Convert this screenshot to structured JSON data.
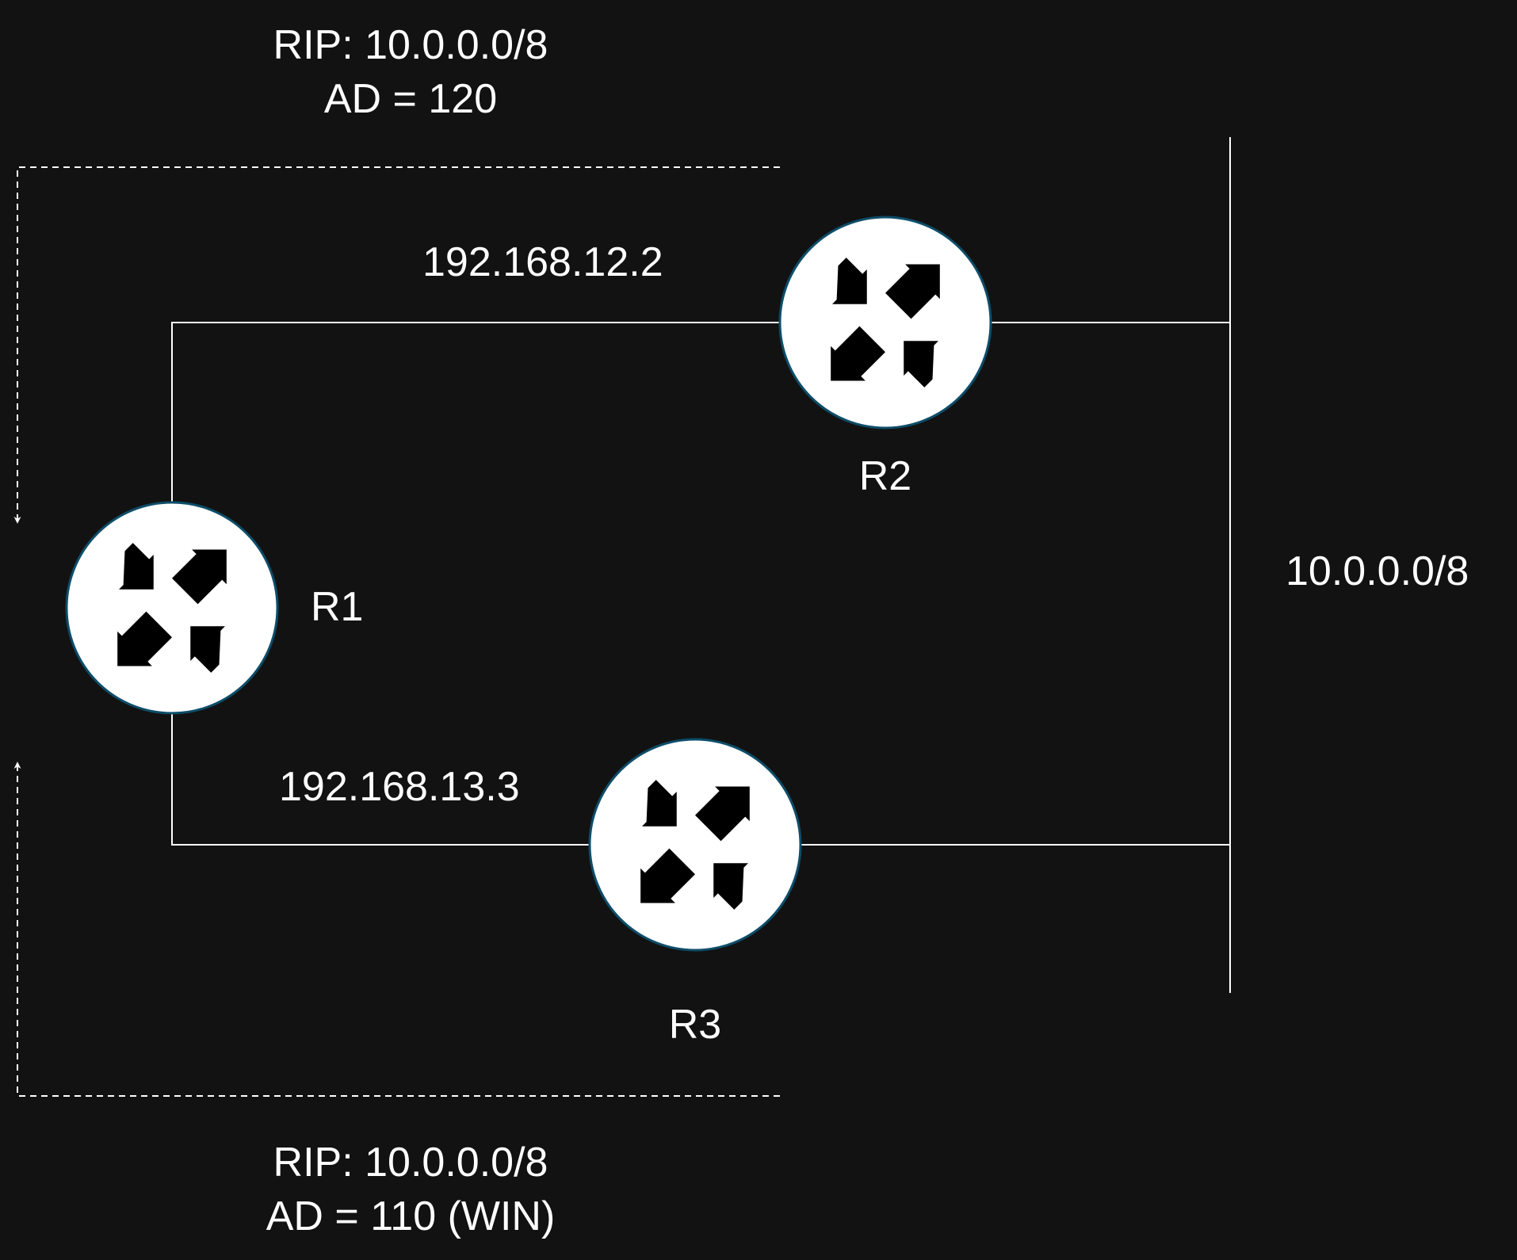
{
  "colors": {
    "background": "#121212",
    "line": "#ffffff",
    "router_fill": "#ffffff",
    "router_arrow": "#0a5a79"
  },
  "icons": {
    "router": "router-icon"
  },
  "top_route": {
    "line1": "RIP: 10.0.0.0/8",
    "line2": "AD = 120"
  },
  "bottom_route": {
    "line1": "RIP: 10.0.0.0/8",
    "line2": "AD = 110 (WIN)"
  },
  "links": {
    "r1_r2_ip": "192.168.12.2",
    "r1_r3_ip": "192.168.13.3"
  },
  "routers": {
    "r1": "R1",
    "r2": "R2",
    "r3": "R3"
  },
  "network": {
    "label": "10.0.0.0/8"
  }
}
